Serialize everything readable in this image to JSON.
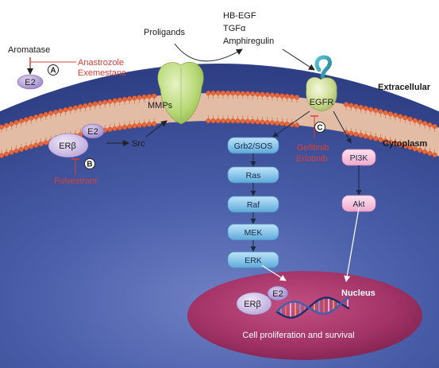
{
  "labels": {
    "aromatase": "Aromatase",
    "anastrozole": "Anastrozole",
    "exemestane": "Exemestane",
    "e2_top": "E2",
    "proligands": "Proligands",
    "hb_egf": "HB-EGF",
    "tgfa": "TGFα",
    "amphiregulin": "Amphiregulin",
    "mmps": "MMPs",
    "egfr": "EGFR",
    "extracellular": "Extracellular",
    "cytoplasm": "Cytoplasm",
    "er_beta": "ERβ",
    "e2_receptor": "E2",
    "src": "Src",
    "fulvestrant": "Fulvestrant",
    "gefitinib": "Gefitinib",
    "erlotinib": "Erlotinib",
    "nucleus": "Nucleus",
    "nucleus_er_beta": "ERβ",
    "nucleus_e2": "E2",
    "cell_proliferation": "Cell proliferation and survival"
  },
  "markers": {
    "a": "A",
    "b": "B",
    "c": "C"
  },
  "pathway": {
    "left_nodes": [
      "Grb2/SOS",
      "Ras",
      "Raf",
      "MEK",
      "ERK"
    ],
    "right_nodes": [
      "PI3K",
      "Akt"
    ]
  },
  "colors": {
    "drug_text": "#d8403a",
    "cytoplasm": "#3a4d96",
    "nucleus": "#9b2e5e",
    "node_blue": "#8ec8ec",
    "node_pink": "#f6c6dd",
    "e2_purple": "#b59fd6",
    "mmp_green": "#b9d977",
    "membrane_orange": "#e9653a"
  }
}
